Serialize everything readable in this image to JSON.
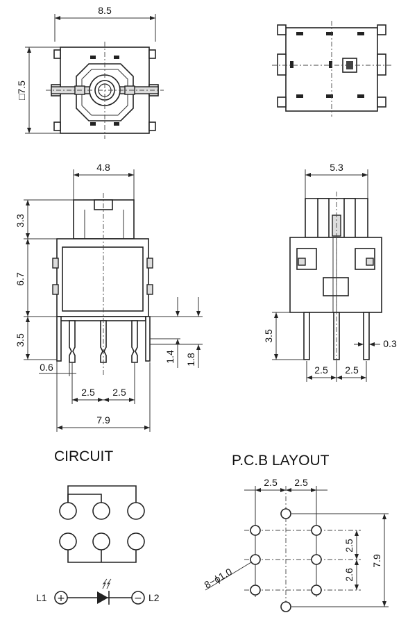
{
  "top_view": {
    "width_dim": "8.5",
    "square_dim": "□7.5"
  },
  "front_view": {
    "dims": {
      "stem_width": "4.8",
      "stem_height": "3.3",
      "body_height": "6.7",
      "pin_length": "3.5",
      "pin_offset": "0.6",
      "pitch_left": "2.5",
      "pitch_right": "2.5",
      "total_width": "7.9",
      "lead_1": "1.4",
      "lead_2": "1.8"
    }
  },
  "side_view": {
    "dims": {
      "top_width": "5.3",
      "pin_length": "3.5",
      "pin_thickness": "0.3",
      "pitch_left": "2.5",
      "pitch_right": "2.5"
    }
  },
  "circuit": {
    "title": "CIRCUIT",
    "l1": "L1",
    "l2": "L2",
    "plus": "+",
    "minus": "−"
  },
  "pcb": {
    "title": "P.C.B LAYOUT",
    "dims": {
      "pitch_x1": "2.5",
      "pitch_x2": "2.5",
      "pitch_y1": "2.5",
      "pitch_y2": "2.6",
      "total_height": "7.9",
      "hole_spec": "8−ϕ1.0"
    }
  }
}
